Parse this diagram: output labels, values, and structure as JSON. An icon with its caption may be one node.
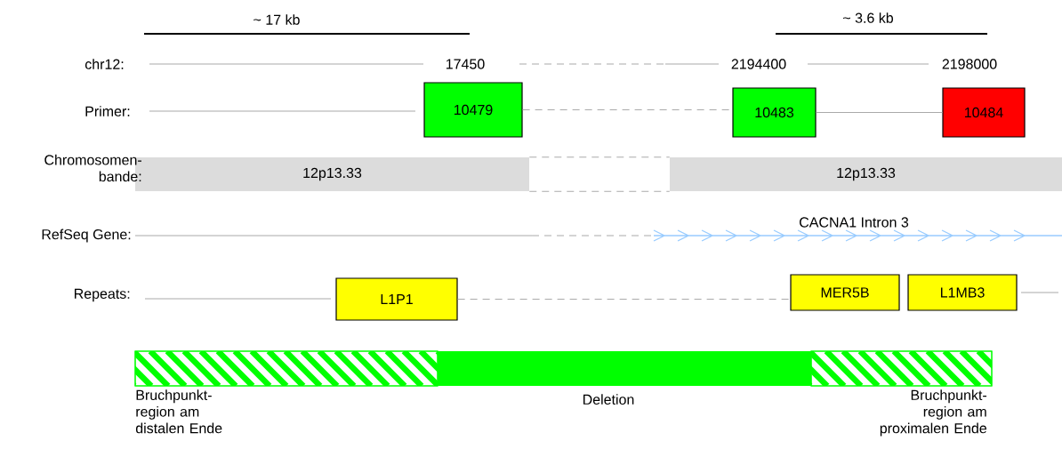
{
  "diagram": {
    "nodes": [
      {
        "text": [
          "10479"
        ]
      },
      {
        "text": [
          "10483"
        ]
      },
      {
        "text": [
          "10484"
        ]
      },
      {
        "text": [
          "12p13.33"
        ]
      },
      {
        "text": [
          "12p13.33"
        ]
      },
      {
        "text": [
          "L1P1"
        ]
      },
      {
        "text": [
          "MER5B"
        ]
      },
      {
        "text": [
          "L1MB3"
        ]
      },
      {
        "text": [],
        "shape": "bar",
        "beside": [
          "Bruchpunkt- region am distalen Ende"
        ]
      },
      {
        "text": [],
        "shape": "bar",
        "beside": [
          "Deletion"
        ]
      },
      {
        "text": [],
        "shape": "bar",
        "beside": [
          "Bruchpunkt- region am proximalen Ende"
        ]
      }
    ],
    "edges": [
      {
        "from": 0,
        "to": 1,
        "arrow": "none",
        "style": "dashed"
      },
      {
        "from": 1,
        "to": 2,
        "arrow": "none"
      },
      {
        "from": 3,
        "to": 4,
        "arrow": "none",
        "style": "dashed"
      },
      {
        "from": 3,
        "to": 4,
        "arrow": "none",
        "style": "dashed"
      },
      {
        "from": 5,
        "to": 6,
        "arrow": "none",
        "style": "dashed"
      }
    ],
    "labels": [
      "~ 17 kb",
      "~ 3.6 kb",
      "chr12:",
      "17450",
      "2194400",
      "2198000",
      "Primer:",
      "Chromosomen- bande:",
      "RefSeq Gene:",
      "CACNA1 Intron 3",
      "Repeats:"
    ]
  }
}
